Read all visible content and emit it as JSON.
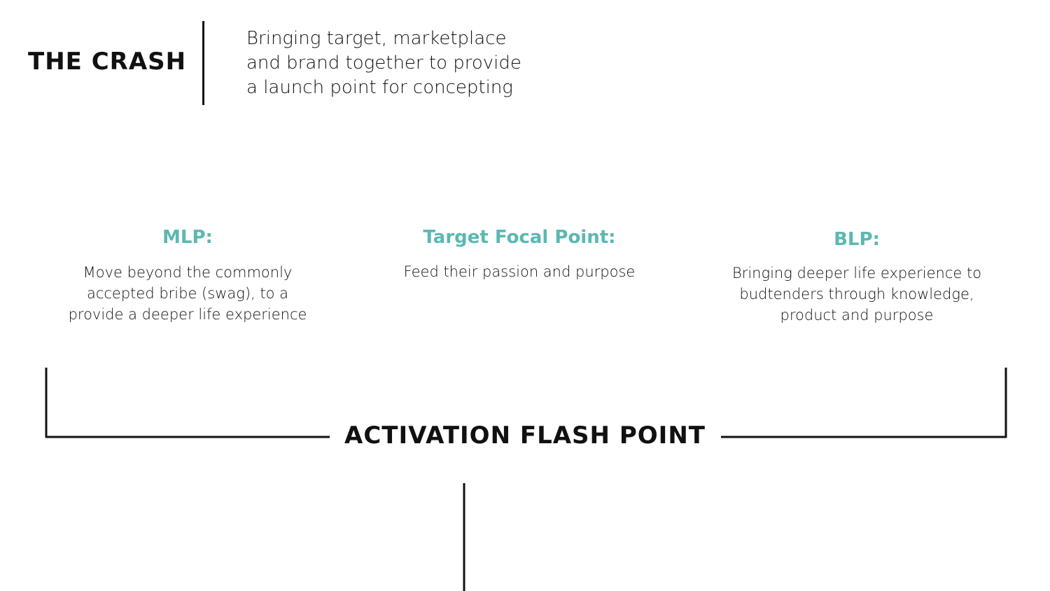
{
  "header": {
    "title": "THE CRASH",
    "intro_lines": [
      "Bringing target, marketplace",
      "and brand together to provide",
      "a launch point for concepting"
    ]
  },
  "columns": [
    {
      "heading": "MLP:",
      "lines": [
        "Move beyond the commonly",
        "accepted bribe (swag), to a",
        "provide a deeper life experience"
      ]
    },
    {
      "heading": "Target Focal Point:",
      "lines": [
        "Feed their passion and purpose"
      ]
    },
    {
      "heading": "BLP:",
      "lines": [
        "Bringing deeper life experience to",
        "budtenders through knowledge,",
        "product and purpose"
      ]
    }
  ],
  "flash_point": {
    "label": "ACTIVATION FLASH POINT"
  },
  "colors": {
    "accent": "#5cb8b2",
    "ink": "#111111",
    "background": "#ffffff"
  }
}
